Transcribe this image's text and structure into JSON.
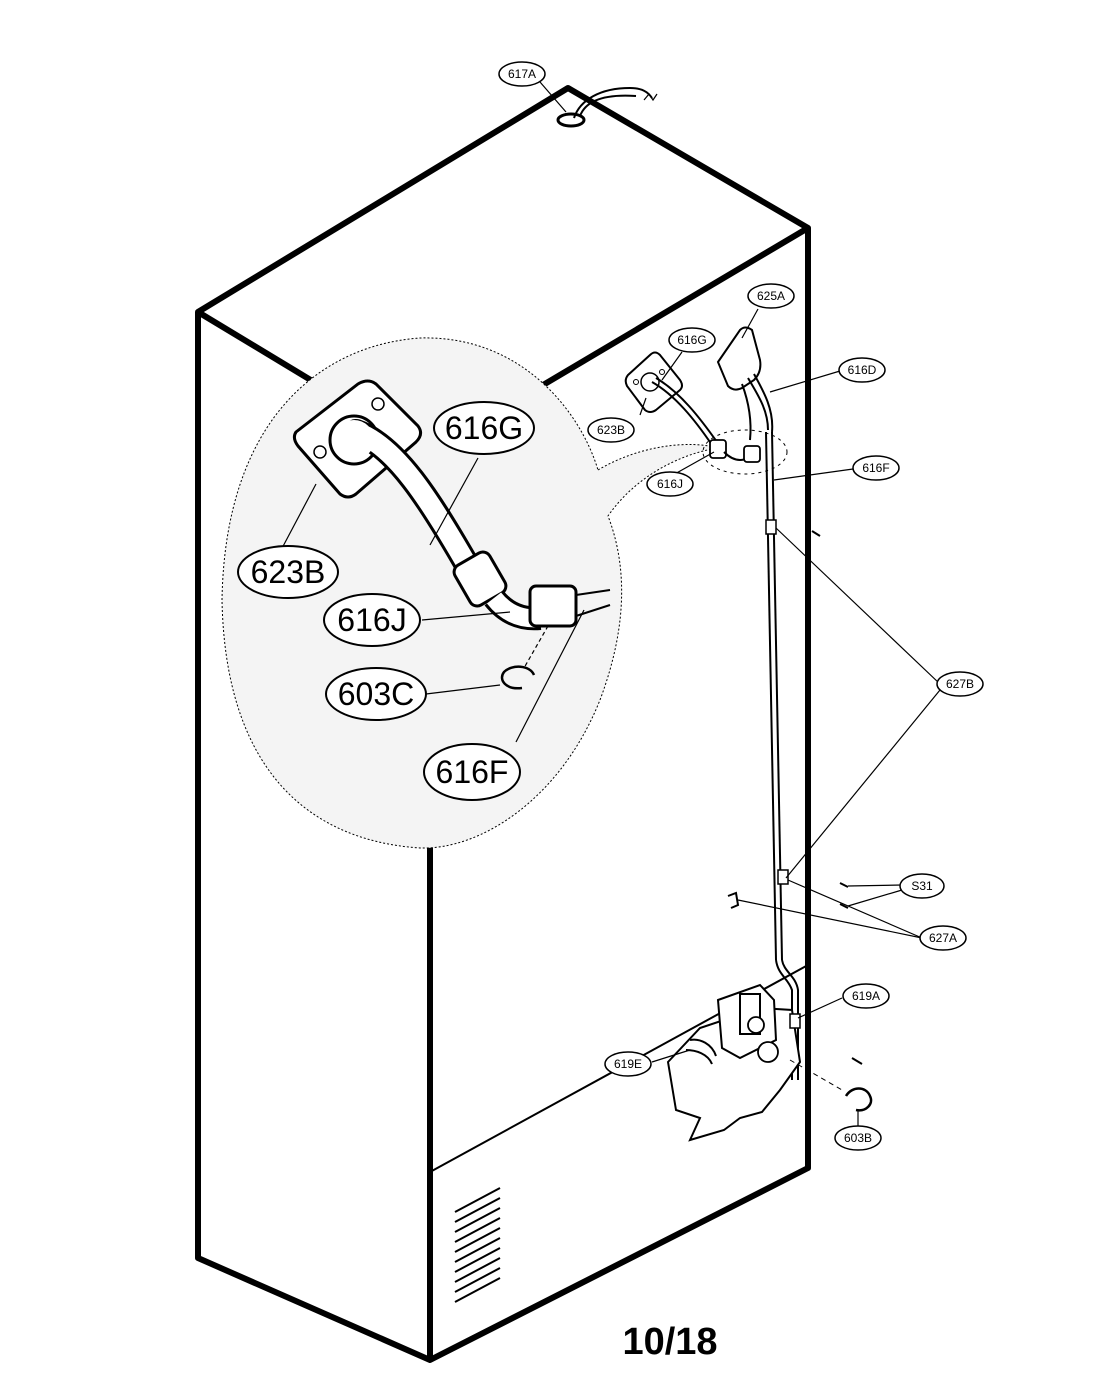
{
  "page_number": "10/18",
  "callouts": {
    "c617A": "617A",
    "c625A": "625A",
    "c616G_small": "616G",
    "c616D": "616D",
    "c623B_small": "623B",
    "c616F_small": "616F",
    "c616J_small": "616J",
    "c627B": "627B",
    "cS31": "S31",
    "c627A": "627A",
    "c619A": "619A",
    "c619E": "619E",
    "c603B": "603B",
    "c616G_large": "616G",
    "c623B_large": "623B",
    "c616J_large": "616J",
    "c603C_large": "603C",
    "c616F_large": "616F"
  },
  "colors": {
    "line": "#000000",
    "background": "#ffffff",
    "detail_fill": "#f4f4f4"
  }
}
